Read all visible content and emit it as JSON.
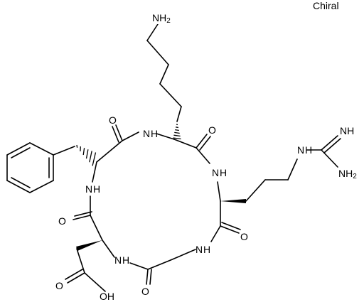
{
  "chiral_label": "Chiral",
  "atoms": {
    "nh2_lys": {
      "main": "NH",
      "sub": "2"
    },
    "n_top": "N",
    "h_top": "H",
    "o_top_left": "O",
    "o_top_right": "O",
    "nh_guan": "NH",
    "n_guan": "N",
    "h_guan": "H",
    "nh2_guan": {
      "main": "NH",
      "sub": "2"
    },
    "n_right": "N",
    "h_right": "H",
    "o_right": "O",
    "n_bottom_right": "N",
    "h_bottom_right": "H",
    "o_bottom": "O",
    "n_bottom_left": "N",
    "h_bottom_left": "H",
    "o_left": "O",
    "n_left": "N",
    "h_left": "H",
    "o_acid_dbl": "O",
    "oh_acid": "OH"
  }
}
